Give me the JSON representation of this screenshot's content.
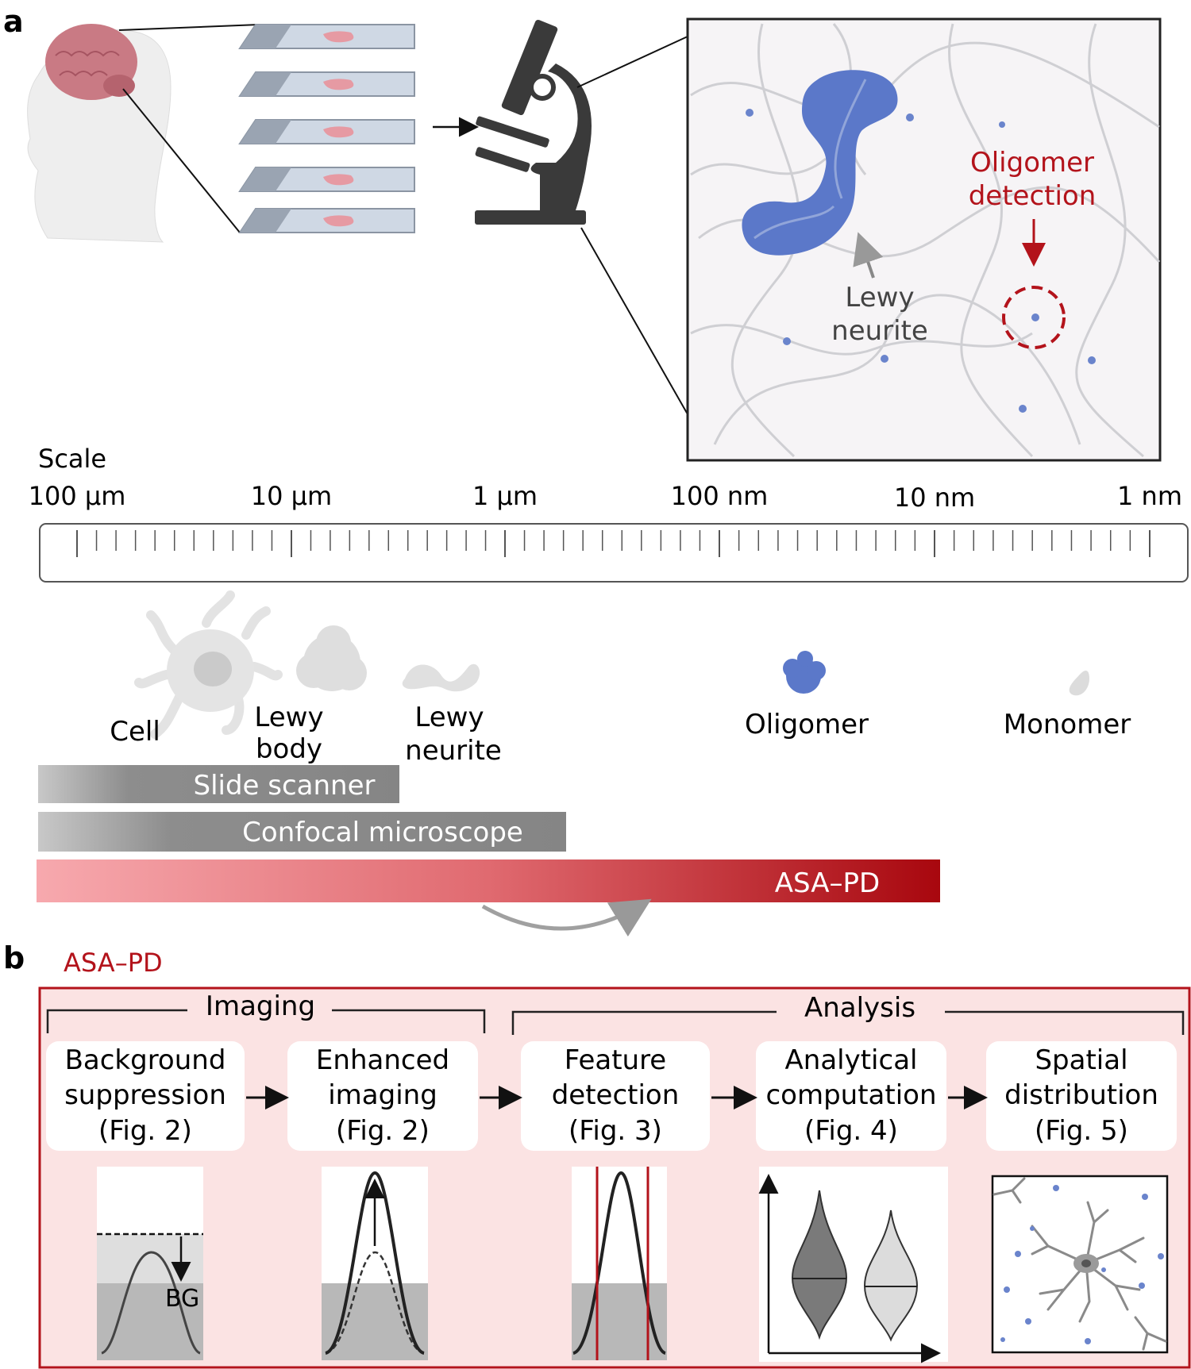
{
  "panel_a": {
    "label": "a",
    "oligomer_detection": [
      "Oligomer",
      "detection"
    ],
    "lewy_neurite_inset": [
      "Lewy",
      "neurite"
    ],
    "scale": {
      "title": "Scale",
      "ticks": [
        "100 µm",
        "10 µm",
        "1 µm",
        "100 nm",
        "10 nm",
        "1 nm"
      ]
    },
    "objects": {
      "cell": "Cell",
      "lewy_body": [
        "Lewy",
        "body"
      ],
      "lewy_neurite": [
        "Lewy",
        "neurite"
      ],
      "oligomer": "Oligomer",
      "monomer": "Monomer"
    },
    "methods": {
      "slide_scanner": "Slide scanner",
      "confocal": "Confocal microscope",
      "asapd": "ASA–PD"
    }
  },
  "panel_b": {
    "label": "b",
    "title": "ASA–PD",
    "groups": {
      "imaging": "Imaging",
      "analysis": "Analysis"
    },
    "steps": [
      {
        "line1": "Background",
        "line2": "suppression",
        "ref": "(Fig. 2)"
      },
      {
        "line1": "Enhanced",
        "line2": "imaging",
        "ref": "(Fig. 2)"
      },
      {
        "line1": "Feature",
        "line2": "detection",
        "ref": "(Fig. 3)"
      },
      {
        "line1": "Analytical",
        "line2": "computation",
        "ref": "(Fig. 4)"
      },
      {
        "line1": "Spatial",
        "line2": "distribution",
        "ref": "(Fig. 5)"
      }
    ],
    "bg_label": "BG"
  },
  "colors": {
    "accent_red": "#b3131b",
    "protein_blue": "#5b78c9",
    "panel_pink": "#fbe3e3",
    "gray_bar": "#8a8a8a"
  }
}
